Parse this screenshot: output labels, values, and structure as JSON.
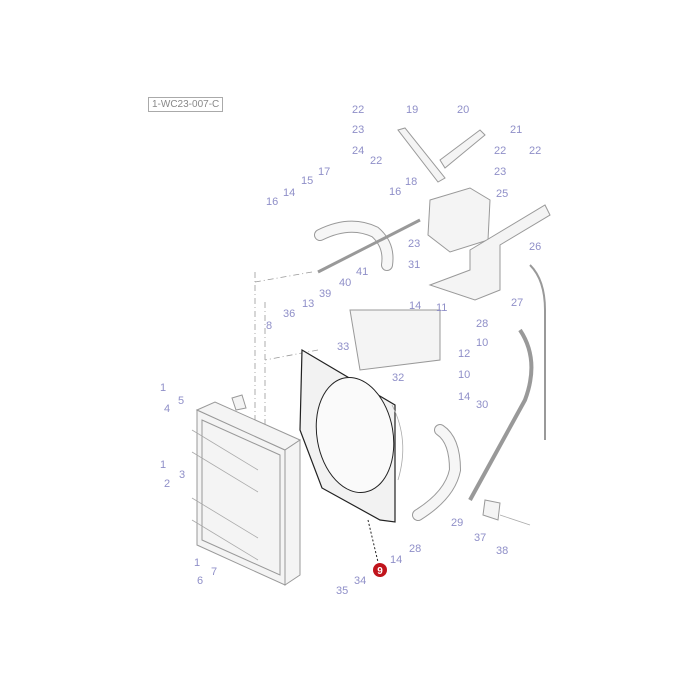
{
  "diagram_ref": "1-WC23-007-C",
  "highlight_color": "#c0141c",
  "label_color": "#8f8fc8",
  "highlighted_part": "9",
  "callouts": [
    "22",
    "19",
    "20",
    "23",
    "21",
    "24",
    "22",
    "22",
    "23",
    "22",
    "17",
    "15",
    "14",
    "16",
    "18",
    "16",
    "25",
    "23",
    "31",
    "26",
    "41",
    "40",
    "39",
    "13",
    "14",
    "11",
    "27",
    "36",
    "8",
    "28",
    "10",
    "33",
    "12",
    "32",
    "10",
    "1",
    "5",
    "4",
    "14",
    "30",
    "1",
    "3",
    "2",
    "29",
    "37",
    "28",
    "38",
    "14",
    "1",
    "7",
    "6",
    "34",
    "35"
  ]
}
